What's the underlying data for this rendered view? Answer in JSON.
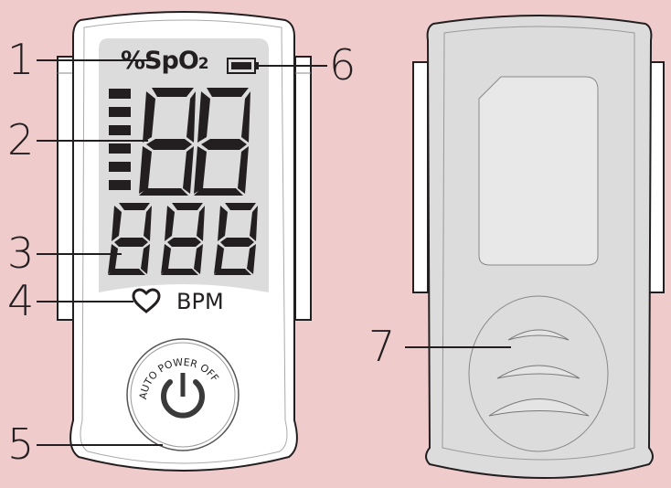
{
  "front_view": {
    "spo2_label": "%SpO",
    "spo2_sub": "2",
    "pulse_label": "BPM",
    "power_button_text": "AUTO POWER OFF",
    "spo2_digits": "88",
    "pulse_digits": "888"
  },
  "callouts": [
    {
      "num": "1",
      "target": "spo2-indicator"
    },
    {
      "num": "2",
      "target": "spo2-display"
    },
    {
      "num": "3",
      "target": "pulse-rate-display"
    },
    {
      "num": "4",
      "target": "pulse-indicator"
    },
    {
      "num": "5",
      "target": "power-button"
    },
    {
      "num": "6",
      "target": "battery-indicator"
    },
    {
      "num": "7",
      "target": "finger-grip"
    }
  ],
  "colors": {
    "background": "#efcbcb",
    "device_body": "#ffffff",
    "lcd": "#dcdcdc",
    "back_body": "#dcdcdc",
    "ink": "#231f20"
  }
}
